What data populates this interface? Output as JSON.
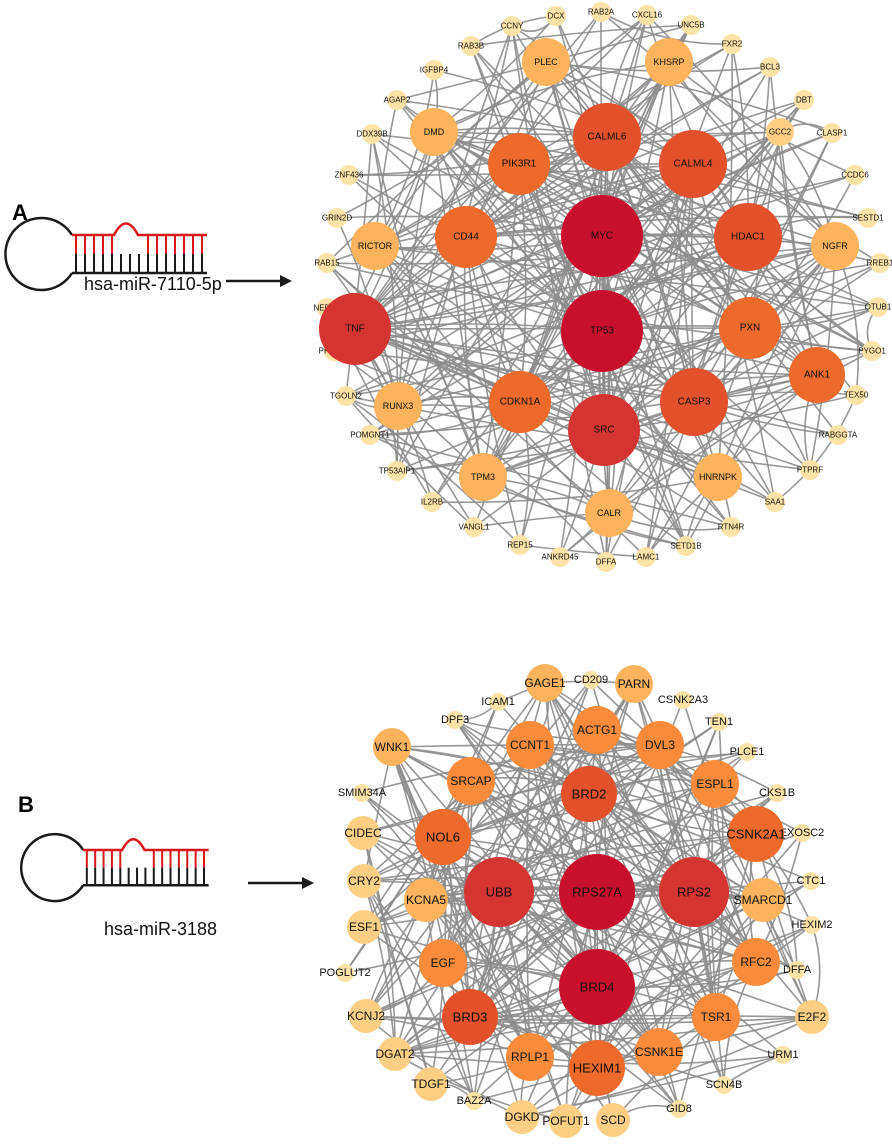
{
  "panels": [
    {
      "letter": "A",
      "mirna": "hsa-miR-7110-5p",
      "nodes": [
        {
          "name": "MYC",
          "degree": 10
        },
        {
          "name": "TP53",
          "degree": 10
        },
        {
          "name": "TNF",
          "degree": 9
        },
        {
          "name": "SRC",
          "degree": 9
        },
        {
          "name": "CALML6",
          "degree": 7
        },
        {
          "name": "CALML4",
          "degree": 7
        },
        {
          "name": "HDAC1",
          "degree": 7
        },
        {
          "name": "CASP3",
          "degree": 7
        },
        {
          "name": "PIK3R1",
          "degree": 6
        },
        {
          "name": "CD44",
          "degree": 6
        },
        {
          "name": "CDKN1A",
          "degree": 6
        },
        {
          "name": "PXN",
          "degree": 6
        },
        {
          "name": "ANK1",
          "degree": 6
        },
        {
          "name": "DMD",
          "degree": 4
        },
        {
          "name": "PLEC",
          "degree": 4
        },
        {
          "name": "KHSRP",
          "degree": 4
        },
        {
          "name": "RICTOR",
          "degree": 4
        },
        {
          "name": "NGFR",
          "degree": 4
        },
        {
          "name": "RUNX3",
          "degree": 4
        },
        {
          "name": "TPM3",
          "degree": 4
        },
        {
          "name": "HNRNPK",
          "degree": 4
        },
        {
          "name": "CALR",
          "degree": 4
        },
        {
          "name": "CCNY",
          "degree": 1
        },
        {
          "name": "DCX",
          "degree": 1
        },
        {
          "name": "RAB2A",
          "degree": 1
        },
        {
          "name": "CXCL16",
          "degree": 1
        },
        {
          "name": "UNC5B",
          "degree": 1
        },
        {
          "name": "RAB3B",
          "degree": 1
        },
        {
          "name": "FXR2",
          "degree": 1
        },
        {
          "name": "IGFBP4",
          "degree": 1
        },
        {
          "name": "BCL3",
          "degree": 1
        },
        {
          "name": "AGAP2",
          "degree": 1
        },
        {
          "name": "DBT",
          "degree": 1
        },
        {
          "name": "GCC2",
          "degree": 2
        },
        {
          "name": "DDX39B",
          "degree": 1
        },
        {
          "name": "CLASP1",
          "degree": 1
        },
        {
          "name": "ZNF436",
          "degree": 1
        },
        {
          "name": "CCDC6",
          "degree": 1
        },
        {
          "name": "GRIN2D",
          "degree": 1
        },
        {
          "name": "SESTD1",
          "degree": 1
        },
        {
          "name": "RAB15",
          "degree": 1
        },
        {
          "name": "RREB1",
          "degree": 1
        },
        {
          "name": "NEDD9",
          "degree": 1
        },
        {
          "name": "OTUB1",
          "degree": 1
        },
        {
          "name": "PPP6R1",
          "degree": 1
        },
        {
          "name": "PYGO1",
          "degree": 1
        },
        {
          "name": "TGOLN2",
          "degree": 1
        },
        {
          "name": "TEX50",
          "degree": 1
        },
        {
          "name": "POMGNT1",
          "degree": 1
        },
        {
          "name": "RABGGTA",
          "degree": 1
        },
        {
          "name": "TP53AIP1",
          "degree": 1
        },
        {
          "name": "PTPRF",
          "degree": 1
        },
        {
          "name": "IL2RB",
          "degree": 1
        },
        {
          "name": "SAA1",
          "degree": 1
        },
        {
          "name": "VANGL1",
          "degree": 1
        },
        {
          "name": "RTN4R",
          "degree": 1
        },
        {
          "name": "REP15",
          "degree": 1
        },
        {
          "name": "SETD1B",
          "degree": 1
        },
        {
          "name": "ANKRD45",
          "degree": 1
        },
        {
          "name": "DFFA",
          "degree": 1
        },
        {
          "name": "LAMC1",
          "degree": 1
        }
      ]
    },
    {
      "letter": "B",
      "mirna": "hsa-miR-3188",
      "nodes": [
        {
          "name": "RPS27A",
          "degree": 8
        },
        {
          "name": "BRD4",
          "degree": 8
        },
        {
          "name": "UBB",
          "degree": 7
        },
        {
          "name": "RPS2",
          "degree": 7
        },
        {
          "name": "BRD2",
          "degree": 6
        },
        {
          "name": "BRD3",
          "degree": 6
        },
        {
          "name": "CSNK2A1",
          "degree": 5
        },
        {
          "name": "HEXIM1",
          "degree": 5
        },
        {
          "name": "NOL6",
          "degree": 5
        },
        {
          "name": "ACTG1",
          "degree": 4
        },
        {
          "name": "CCNT1",
          "degree": 4
        },
        {
          "name": "DVL3",
          "degree": 4
        },
        {
          "name": "SRCAP",
          "degree": 4
        },
        {
          "name": "ESPL1",
          "degree": 4
        },
        {
          "name": "RFC2",
          "degree": 4
        },
        {
          "name": "TSR1",
          "degree": 4
        },
        {
          "name": "EGF",
          "degree": 4
        },
        {
          "name": "RPLP1",
          "degree": 4
        },
        {
          "name": "CSNK1E",
          "degree": 4
        },
        {
          "name": "KCNA5",
          "degree": 3
        },
        {
          "name": "SMARCD1",
          "degree": 3
        },
        {
          "name": "WNK1",
          "degree": 3
        },
        {
          "name": "GAGE1",
          "degree": 3
        },
        {
          "name": "PARN",
          "degree": 3
        },
        {
          "name": "CRY2",
          "degree": 2
        },
        {
          "name": "ESF1",
          "degree": 2
        },
        {
          "name": "CIDEC",
          "degree": 2
        },
        {
          "name": "KCNJ2",
          "degree": 2
        },
        {
          "name": "DGAT2",
          "degree": 2
        },
        {
          "name": "TDGF1",
          "degree": 2
        },
        {
          "name": "DGKD",
          "degree": 2
        },
        {
          "name": "POFUT1",
          "degree": 2
        },
        {
          "name": "SCD",
          "degree": 2
        },
        {
          "name": "E2F2",
          "degree": 2
        },
        {
          "name": "CD209",
          "degree": 1
        },
        {
          "name": "ICAM1",
          "degree": 1
        },
        {
          "name": "CSNK2A3",
          "degree": 1
        },
        {
          "name": "DPF3",
          "degree": 1
        },
        {
          "name": "TEN1",
          "degree": 1
        },
        {
          "name": "PLCE1",
          "degree": 1
        },
        {
          "name": "SMIM34A",
          "degree": 1
        },
        {
          "name": "CKS1B",
          "degree": 1
        },
        {
          "name": "EXOSC2",
          "degree": 1
        },
        {
          "name": "CTC1",
          "degree": 1
        },
        {
          "name": "HEXIM2",
          "degree": 1
        },
        {
          "name": "DFFA",
          "degree": 1
        },
        {
          "name": "POGLUT2",
          "degree": 1
        },
        {
          "name": "URM1",
          "degree": 1
        },
        {
          "name": "SCN4B",
          "degree": 1
        },
        {
          "name": "GID8",
          "degree": 1
        },
        {
          "name": "BAZ2A",
          "degree": 1
        }
      ]
    }
  ],
  "colors": {
    "edge": "#8c8c8c",
    "arrow": "#1a1a1a",
    "stem_upper": "#d7191c",
    "stem_lower": "#1a1a1a",
    "node_scale": [
      "#fde3a7",
      "#fdcf84",
      "#fcb35b",
      "#f98b3a",
      "#ee6a2b",
      "#e2502c",
      "#d43530",
      "#c8102e"
    ]
  }
}
